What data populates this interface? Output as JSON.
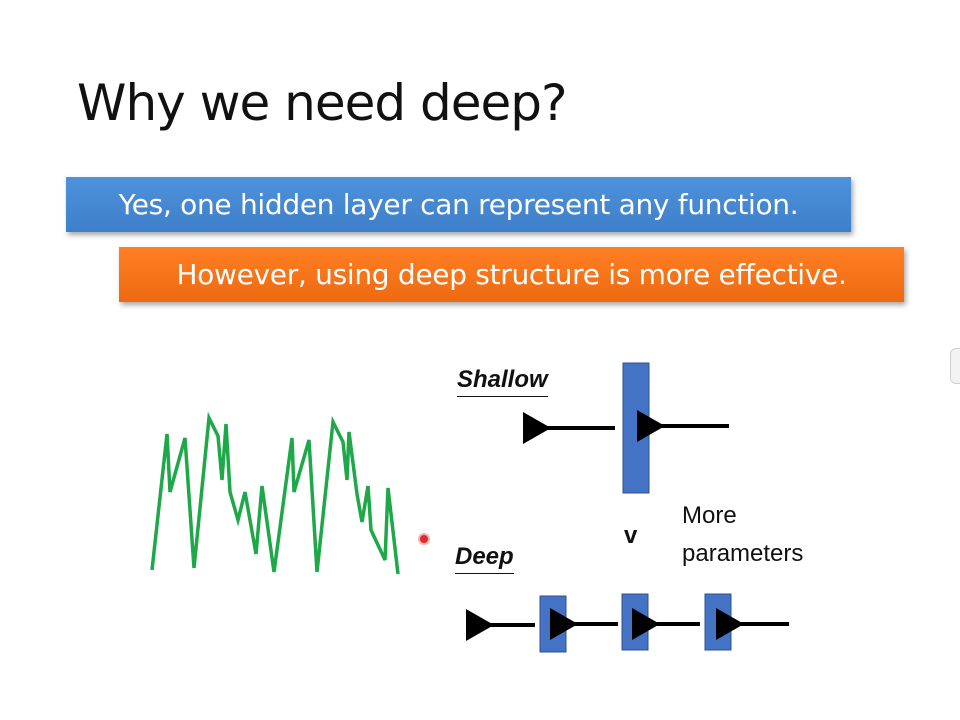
{
  "slide": {
    "title": "Why we need deep?",
    "banner_blue": "Yes, one hidden layer can represent any function.",
    "banner_orange": "However, using deep structure is more effective.",
    "label_shallow": "Shallow",
    "label_deep": "Deep",
    "comparator": "v",
    "note_line1": "More",
    "note_line2": "parameters"
  },
  "colors": {
    "banner_blue": "#4a8bd6",
    "banner_orange": "#f47420",
    "layer_block": "#4472c4",
    "signal_line": "#1fa84a",
    "arrow": "#000000"
  }
}
